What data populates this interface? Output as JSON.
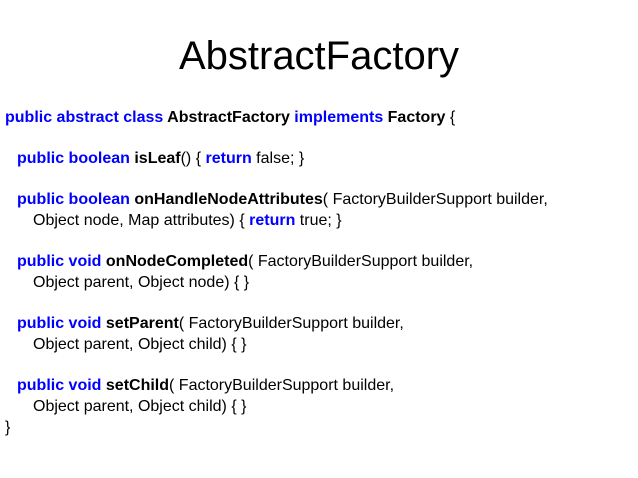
{
  "slide": {
    "title": "AbstractFactory",
    "colors": {
      "keyword": "#0000FF",
      "code_text": "#000000",
      "background": "#FFFFFF"
    },
    "code_lines": [
      {
        "indent": 0,
        "spans": [
          {
            "c": "k",
            "t": "public abstract class "
          },
          {
            "c": "b",
            "t": "AbstractFactory "
          },
          {
            "c": "k",
            "t": "implements "
          },
          {
            "c": "b",
            "t": "Factory "
          },
          {
            "c": "p",
            "t": "{"
          }
        ]
      },
      {
        "blank": true
      },
      {
        "indent": 1,
        "spans": [
          {
            "c": "k",
            "t": "public boolean "
          },
          {
            "c": "b",
            "t": "isLeaf"
          },
          {
            "c": "p",
            "t": "() { "
          },
          {
            "c": "k",
            "t": "return"
          },
          {
            "c": "p",
            "t": " false; }"
          }
        ]
      },
      {
        "blank": true
      },
      {
        "indent": 1,
        "spans": [
          {
            "c": "k",
            "t": "public boolean "
          },
          {
            "c": "b",
            "t": "onHandleNodeAttributes"
          },
          {
            "c": "p",
            "t": "( FactoryBuilderSupport builder,"
          }
        ]
      },
      {
        "indent": 2,
        "spans": [
          {
            "c": "p",
            "t": "Object node, Map attributes) { "
          },
          {
            "c": "k",
            "t": "return"
          },
          {
            "c": "p",
            "t": " true; }"
          }
        ]
      },
      {
        "blank": true
      },
      {
        "indent": 1,
        "spans": [
          {
            "c": "k",
            "t": "public void "
          },
          {
            "c": "b",
            "t": "onNodeCompleted"
          },
          {
            "c": "p",
            "t": "( FactoryBuilderSupport builder,"
          }
        ]
      },
      {
        "indent": 2,
        "spans": [
          {
            "c": "p",
            "t": "Object parent, Object node) { }"
          }
        ]
      },
      {
        "blank": true
      },
      {
        "indent": 1,
        "spans": [
          {
            "c": "k",
            "t": "public void "
          },
          {
            "c": "b",
            "t": "setParent"
          },
          {
            "c": "p",
            "t": "( FactoryBuilderSupport builder,"
          }
        ]
      },
      {
        "indent": 2,
        "spans": [
          {
            "c": "p",
            "t": "Object parent, Object child) { }"
          }
        ]
      },
      {
        "blank": true
      },
      {
        "indent": 1,
        "spans": [
          {
            "c": "k",
            "t": "public void "
          },
          {
            "c": "b",
            "t": "setChild"
          },
          {
            "c": "p",
            "t": "( FactoryBuilderSupport builder,"
          }
        ]
      },
      {
        "indent": 2,
        "spans": [
          {
            "c": "p",
            "t": "Object parent, Object child) { }"
          }
        ]
      },
      {
        "indent": 0,
        "spans": [
          {
            "c": "p",
            "t": "}"
          }
        ]
      }
    ]
  }
}
